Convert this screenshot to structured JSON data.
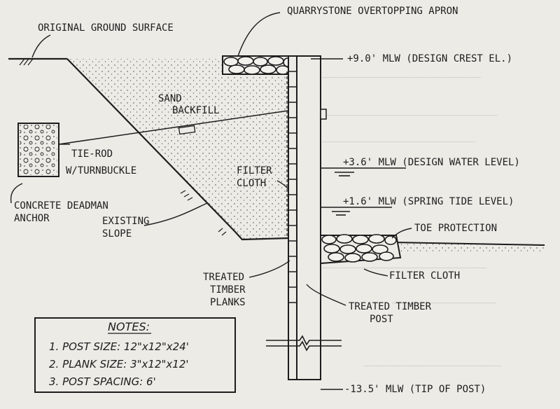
{
  "diagram": {
    "labels": {
      "quarrystone": "QUARRYSTONE OVERTOPPING APRON",
      "original_ground": "ORIGINAL GROUND SURFACE",
      "crest": "+9.0' MLW (DESIGN CREST EL.)",
      "sand_line1": "SAND",
      "sand_line2": "BACKFILL",
      "tierod_line1": "TIE-ROD",
      "tierod_line2": "W/TURNBUCKLE",
      "filter_cloth_upper_1": "FILTER",
      "filter_cloth_upper_2": "CLOTH",
      "design_water": "+3.6' MLW (DESIGN WATER LEVEL)",
      "spring_tide": "+1.6' MLW (SPRING TIDE LEVEL)",
      "deadman_line1": "CONCRETE DEADMAN",
      "deadman_line2": "ANCHOR",
      "existing_slope_1": "EXISTING",
      "existing_slope_2": "SLOPE",
      "toe_protection": "TOE PROTECTION",
      "filter_cloth_lower": "FILTER CLOTH",
      "planks_1": "TREATED",
      "planks_2": "TIMBER",
      "planks_3": "PLANKS",
      "post_1": "TREATED TIMBER",
      "post_2": "POST",
      "tip": "-13.5' MLW (TIP OF POST)"
    },
    "notes": {
      "title": "NOTES:",
      "items": [
        "1. POST SIZE:  12\"x12\"x24'",
        "2. PLANK SIZE:  3\"x12\"x12'",
        "3. POST SPACING: 6'"
      ]
    }
  }
}
